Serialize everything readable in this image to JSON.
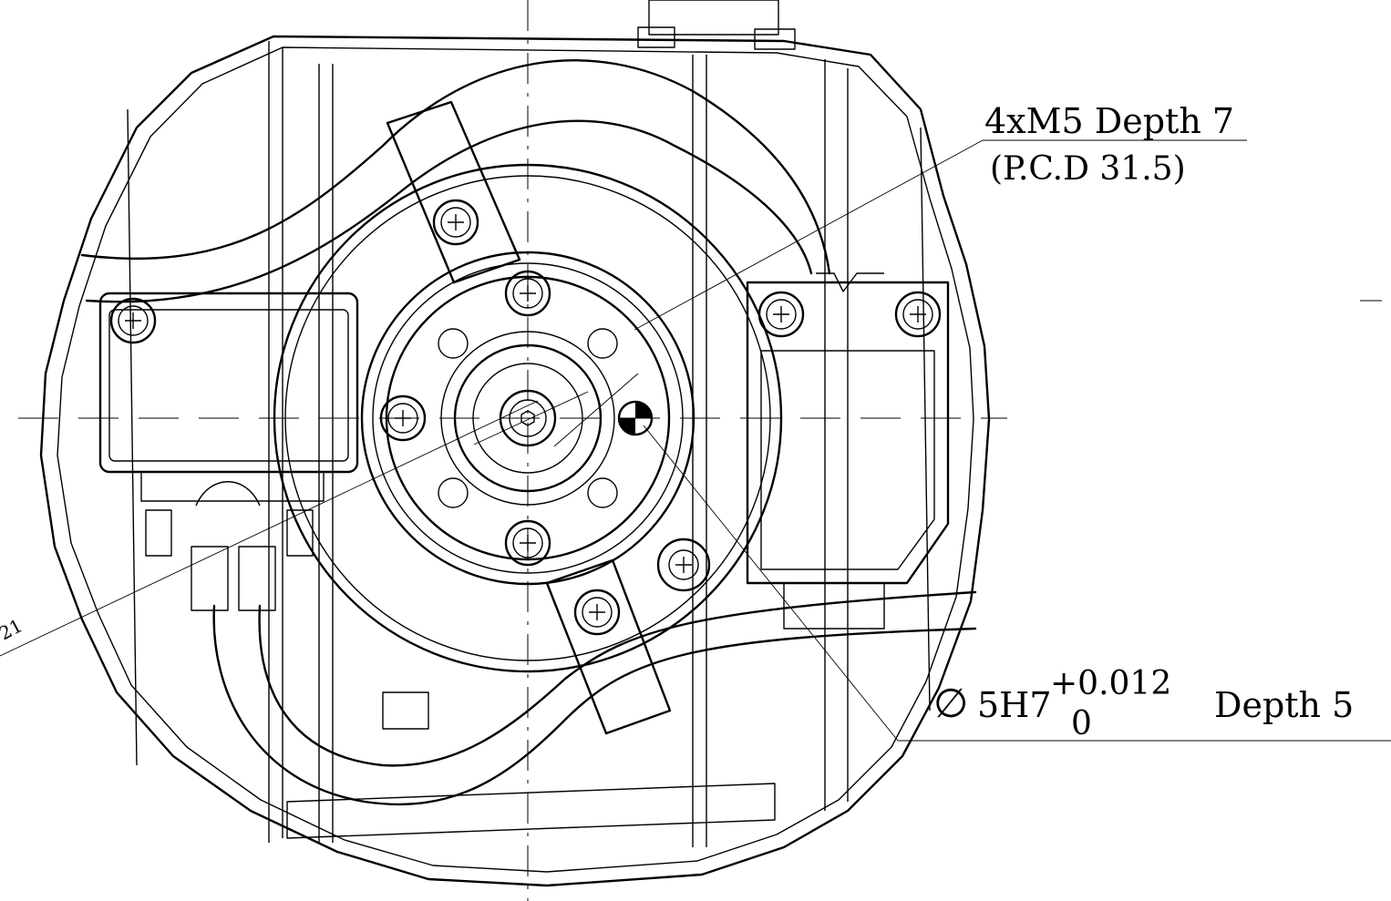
{
  "annotations": {
    "tap_spec": "4xM5 Depth 7",
    "pcd": "(P.C.D 31.5)",
    "dia_symbol": "∅",
    "hole_spec": "5H7",
    "tol_upper": "+0.012",
    "tol_lower": "0",
    "hole_depth": "Depth 5",
    "cut_label": "21"
  }
}
